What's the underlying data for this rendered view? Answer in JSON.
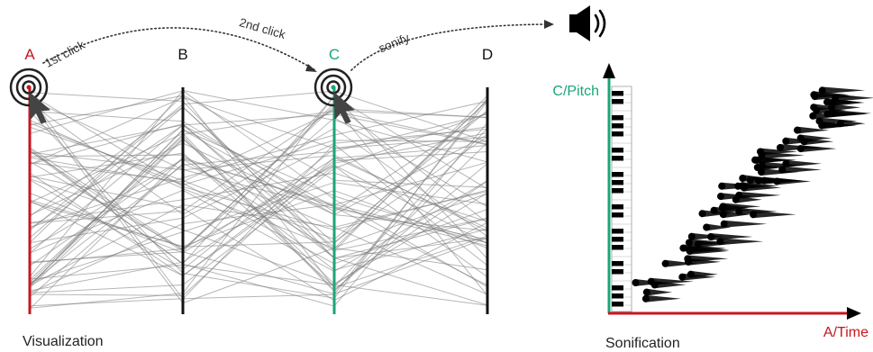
{
  "visualization": {
    "axis_labels": [
      "A",
      "B",
      "C",
      "D"
    ],
    "caption": "Visualization",
    "click1_label": "1st click",
    "click2_label": "2nd click",
    "sonify_label": "sonify"
  },
  "sonification": {
    "y_label": "C/Pitch",
    "x_label": "A/Time",
    "caption": "Sonification"
  },
  "colors": {
    "axis_a": "#c8161d",
    "axis_c": "#1aa57a",
    "axis_default": "#111111",
    "polyline": "#7a7a7a",
    "annotation": "#333333"
  },
  "icons": {
    "cursor": "cursor-arrow-icon",
    "target": "click-target-icon",
    "speaker": "speaker-sound-icon",
    "piano": "piano-keys-icon"
  }
}
